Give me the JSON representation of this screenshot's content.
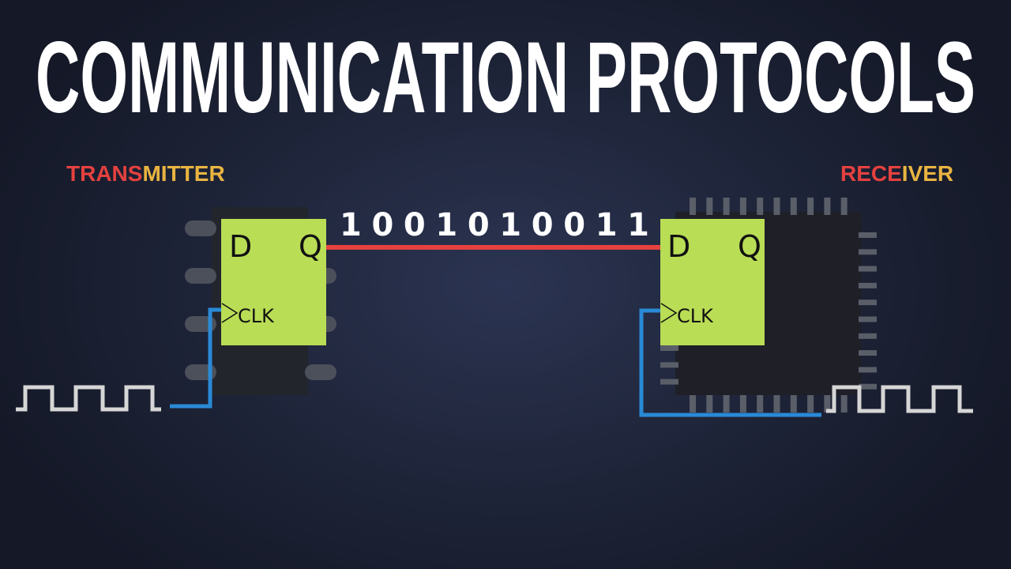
{
  "title": "COMMUNICATION PROTOCOLS",
  "transmitter": {
    "part1": "TRANS",
    "part2": "MITTER"
  },
  "receiver": {
    "part1": "RECE",
    "part2": "IVER"
  },
  "bits": "1 0 0 1 0 1 0 0 1 1",
  "flip_flop": {
    "d_label": "D",
    "q_label": "Q",
    "clk_label": "CLK"
  },
  "colors": {
    "red": "#e5413f",
    "yellow": "#e9b441",
    "flip_flop": "#b9dd55",
    "clock_wire": "#2a8ad6",
    "data_wire": "#e5413f"
  }
}
